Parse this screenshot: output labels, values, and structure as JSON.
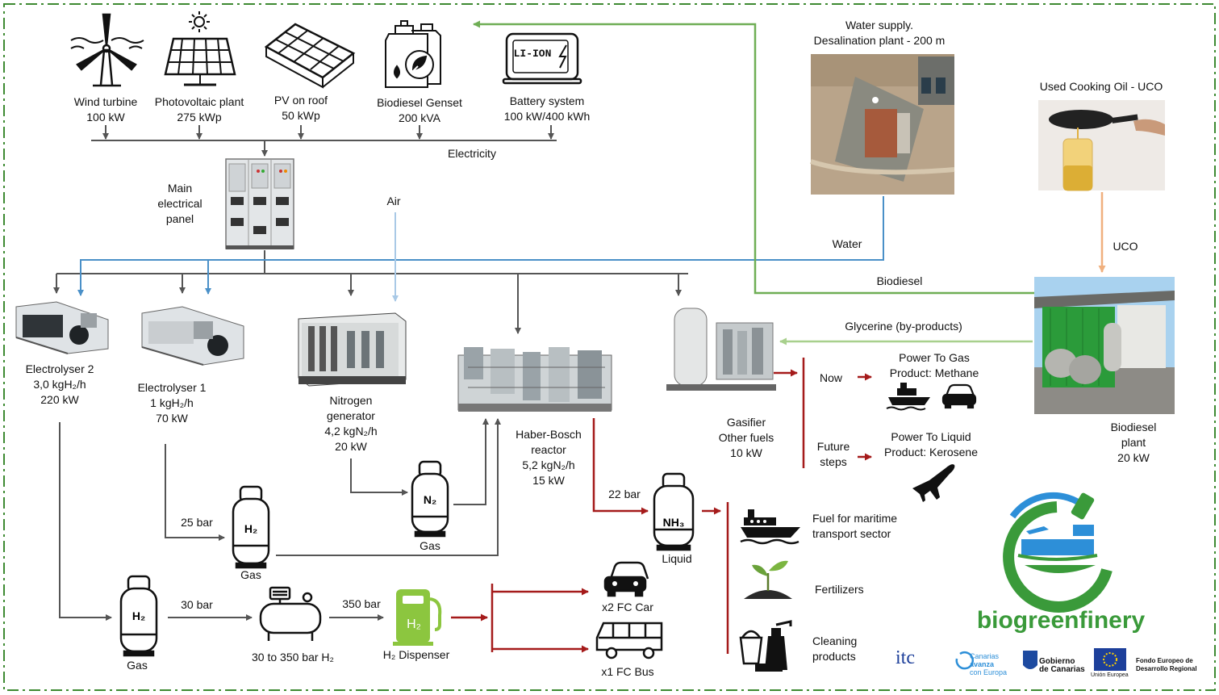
{
  "colors": {
    "frame": "#3e8a32",
    "electric": "#555555",
    "water": "#4a90c8",
    "air": "#a9c9e6",
    "biodiesel": "#6fae55",
    "glycerine": "#a8d08d",
    "uco": "#f0b07e",
    "ammonia": "#a51b1b",
    "hydrogen_dispenser": "#8cc63f",
    "brand_blue": "#2d8fd8",
    "brand_green": "#3a9a3a"
  },
  "sources": [
    {
      "name": "Wind turbine",
      "value": "100 kW",
      "icon": "wind-turbine-icon"
    },
    {
      "name": "Photovoltaic plant",
      "value": "275  kWp",
      "icon": "solar-panel-icon"
    },
    {
      "name": "PV on roof",
      "value": "50 kWp",
      "icon": "roof-pv-icon"
    },
    {
      "name": "Biodiesel Genset",
      "value": "200 kVA",
      "icon": "biodiesel-genset-icon"
    },
    {
      "name": "Battery system",
      "value": "100 kW/400 kWh",
      "icon": "battery-icon"
    }
  ],
  "battery_badge": "LI-ION",
  "electricity_label": "Electricity",
  "panel": {
    "line1": "Main",
    "line2": "electrical",
    "line3": "panel"
  },
  "air_label": "Air",
  "water_label": "Water",
  "biodiesel_label": "Biodiesel",
  "glycerine_label": "Glycerine (by-products)",
  "uco_label": "UCO",
  "desal": {
    "line1": "Water supply.",
    "line2": "Desalination plant - 200 m"
  },
  "used_oil": "Used Cooking Oil - UCO",
  "biodiesel_plant": {
    "line1": "Biodiesel",
    "line2": "plant",
    "line3": "20 kW"
  },
  "electrolyser2": {
    "line1": "Electrolyser 2",
    "line2": "3,0 kgH₂/h",
    "line3": "220 kW"
  },
  "electrolyser1": {
    "line1": "Electrolyser 1",
    "line2": "1 kgH₂/h",
    "line3": "70 kW"
  },
  "nitrogen": {
    "line1": "Nitrogen",
    "line2": "generator",
    "line3": "4,2 kgN₂/h",
    "line4": "20 kW"
  },
  "haber": {
    "line1": "Haber-Bosch",
    "line2": "reactor",
    "line3": "5,2 kgN₂/h",
    "line4": "15 kW"
  },
  "gasifier": {
    "line1": "Gasifier",
    "line2": "Other fuels",
    "line3": "10 kW"
  },
  "now": {
    "label": "Now",
    "title": "Power To Gas",
    "product": "Product: Methane"
  },
  "future": {
    "label1": "Future",
    "label2": "steps",
    "title": "Power To Liquid",
    "product": "Product: Kerosene"
  },
  "pressures": {
    "p25": "25 bar",
    "p30": "30 bar",
    "p350": "350 bar",
    "p22": "22 bar"
  },
  "tanks": {
    "h2": "H₂",
    "n2": "N₂",
    "nh3": "NH₃",
    "gas": "Gas",
    "liquid": "Liquid"
  },
  "compressor_label": "30 to 350 bar H₂",
  "dispenser_label": "H₂ Dispenser",
  "dispenser_badge": "H₂",
  "car_label": "x2 FC Car",
  "bus_label": "x1 FC Bus",
  "uses": {
    "maritime1": "Fuel for maritime",
    "maritime2": "transport sector",
    "fertilizers": "Fertilizers",
    "cleaning1": "Cleaning",
    "cleaning2": "products"
  },
  "brand": "biogreenfinery",
  "footer_logos": {
    "itc": "itc",
    "canarias1": "Canarias",
    "canarias2": "avanza",
    "canarias3": "con Europa",
    "gobierno1": "Gobierno",
    "gobierno2": "de Canarias",
    "ue": "Unión Europea",
    "fondo1": "Fondo Europeo de",
    "fondo2": "Desarrollo Regional"
  }
}
